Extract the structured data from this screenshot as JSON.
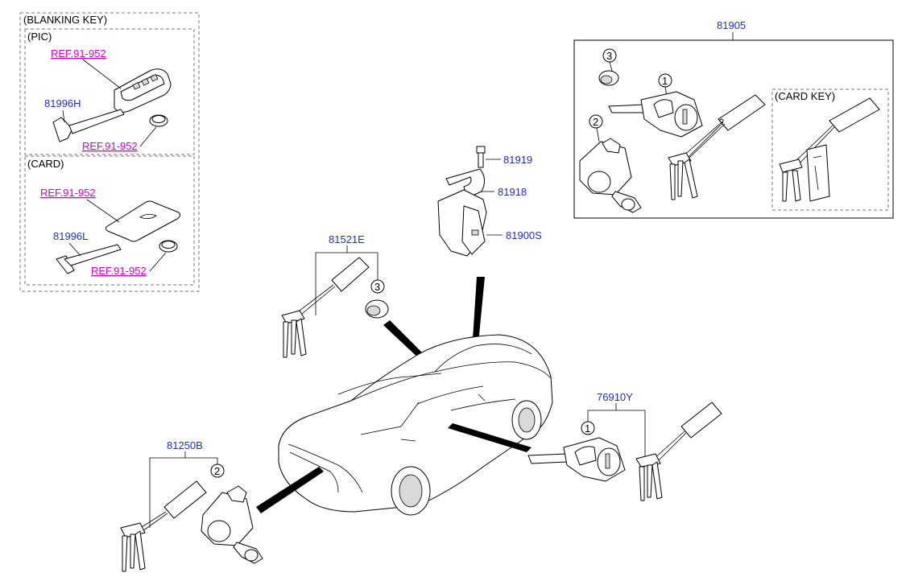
{
  "labels": {
    "blanking_key": "(BLANKING KEY)",
    "pic": "(PIC)",
    "card": "(CARD)",
    "card_key": "(CARD KEY)",
    "ref1": "REF.91-952",
    "ref2": "REF.91-952",
    "ref3": "REF.91-952",
    "ref4": "REF.91-952",
    "p81996H": "81996H",
    "p81996L": "81996L",
    "p81905": "81905",
    "p81919": "81919",
    "p81918": "81918",
    "p81900S": "81900S",
    "p81521E": "81521E",
    "p76910Y": "76910Y",
    "p81250B": "81250B"
  },
  "callouts": {
    "c1_a": "1",
    "c2_a": "2",
    "c3_a": "3",
    "c3_b": "3",
    "c1_b": "1",
    "c2_b": "2"
  },
  "colors": {
    "part_number": "#1f2fbf",
    "reference": "#d400c8",
    "line": "#000000"
  }
}
